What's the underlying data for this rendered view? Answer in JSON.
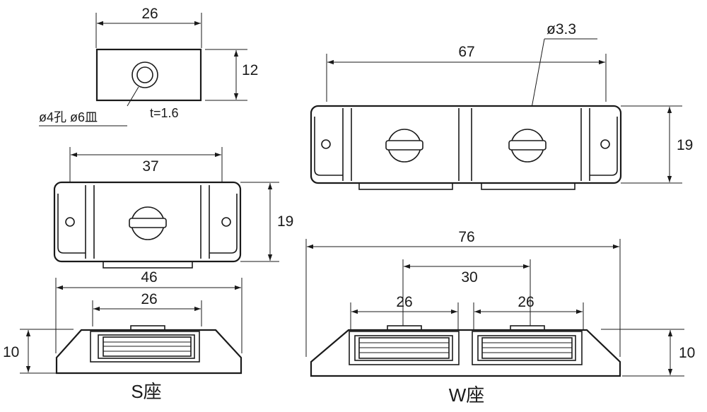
{
  "colors": {
    "line": "#1a1a1a",
    "background": "#ffffff"
  },
  "s_type": {
    "caption": "S座",
    "top_plate": {
      "width_label": "26",
      "height_label": "12",
      "hole_note": "ø4孔 ø6皿",
      "thickness_note": "t=1.6"
    },
    "front_view": {
      "width_label": "37",
      "height_label": "19"
    },
    "side_view": {
      "overall_label": "46",
      "inner_label": "26",
      "height_label": "10"
    }
  },
  "w_type": {
    "caption": "W座",
    "front_view": {
      "width_label": "67",
      "hole_label": "ø3.3",
      "height_label": "19"
    },
    "side_view": {
      "overall_label": "76",
      "center_label": "30",
      "left_label": "26",
      "right_label": "26",
      "height_label": "10"
    }
  }
}
